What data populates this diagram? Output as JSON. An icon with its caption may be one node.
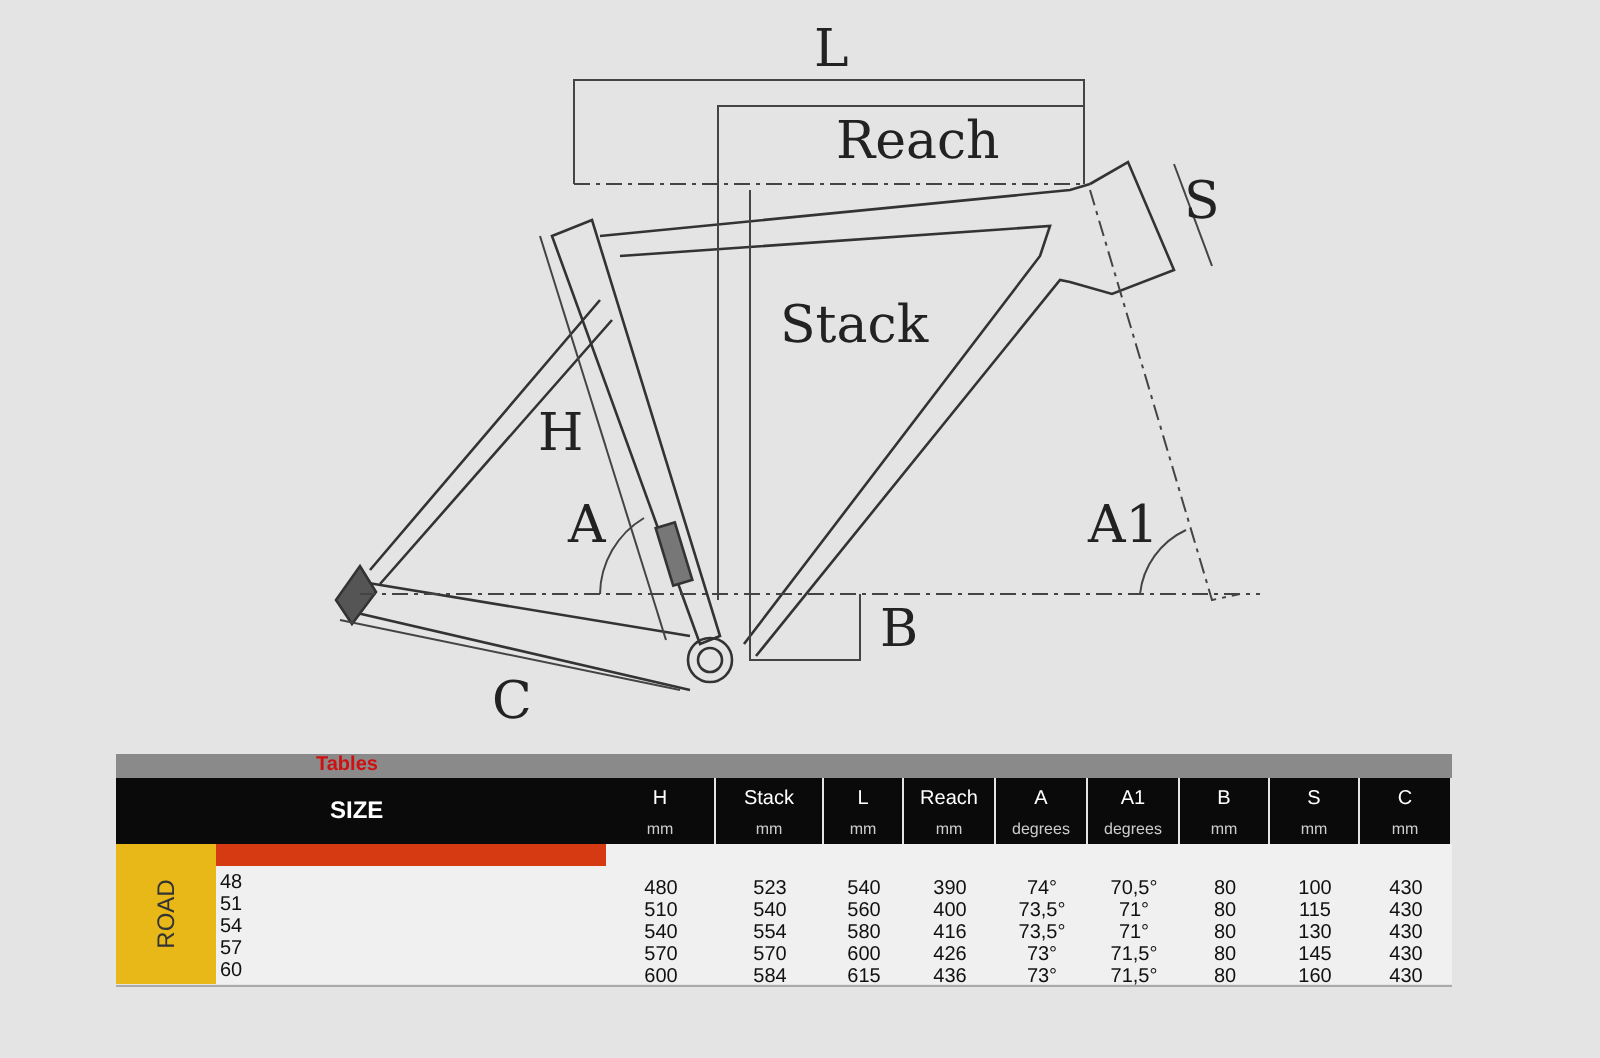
{
  "diagram": {
    "labels": [
      "L",
      "Reach",
      "S",
      "Stack",
      "H",
      "A",
      "A1",
      "B",
      "C",
      "Tables",
      "SIZE",
      "H",
      "mm",
      "Stack",
      "mm",
      "L",
      "mm",
      "Reach",
      "mm",
      "A",
      "degrees",
      "A1",
      "degrees",
      "B",
      "mm",
      "S",
      "mm",
      "C",
      "mm",
      "ROAD",
      "48",
      "480",
      "523",
      "540",
      "390",
      "74°",
      "70,5°",
      "80",
      "100",
      "430",
      "51",
      "510",
      "540",
      "560",
      "400",
      "73,5°",
      "71°",
      "80",
      "115",
      "430",
      "54",
      "540",
      "554",
      "580",
      "416",
      "73,5°",
      "71°",
      "80",
      "130",
      "430",
      "57",
      "570",
      "570",
      "600",
      "426",
      "73°",
      "71,5°",
      "80",
      "145",
      "430",
      "60",
      "600",
      "584",
      "615",
      "436",
      "73°",
      "71,5°",
      "80",
      "160",
      "430"
    ]
  }
}
